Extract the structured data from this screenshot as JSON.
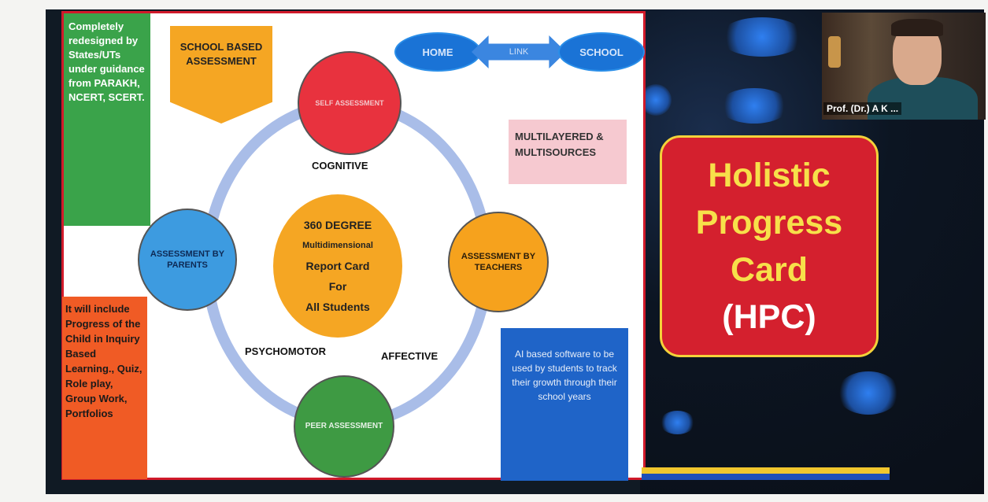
{
  "slide": {
    "green_box": "Completely redesigned by States/UTs under guidance from PARAKH, NCERT, SCERT.",
    "school_based": "SCHOOL BASED ASSESSMENT",
    "home": "HOME",
    "link": "LINK",
    "school": "SCHOOL",
    "self_assessment": "SELF ASSESSMENT",
    "multilayered": "MULTILAYERED & MULTISOURCES",
    "cognitive": "COGNITIVE",
    "parents": "ASSESSMENT BY PARENTS",
    "teachers": "ASSESSMENT BY TEACHERS",
    "center": {
      "line1": "360 DEGREE",
      "line2": "Multidimensional",
      "line3": "Report Card",
      "line4": "For",
      "line5": "All Students"
    },
    "psychomotor": "PSYCHOMOTOR",
    "affective": "AFFECTIVE",
    "peer": "PEER ASSESSMENT",
    "orange_box": "It will include Progress of the Child in Inquiry Based Learning., Quiz, Role play, Group Work, Portfolios",
    "ai_box": "AI based software to be used by students to track their growth through their school years"
  },
  "hpc": {
    "line1": "Holistic",
    "line2": "Progress",
    "line3": "Card",
    "line4": "(HPC)"
  },
  "video": {
    "participant_name": "Prof. (Dr.) A K ..."
  },
  "colors": {
    "slide_border": "#d11a2a",
    "hpc_bg": "#d4202e",
    "hpc_text": "#f7e04a"
  }
}
